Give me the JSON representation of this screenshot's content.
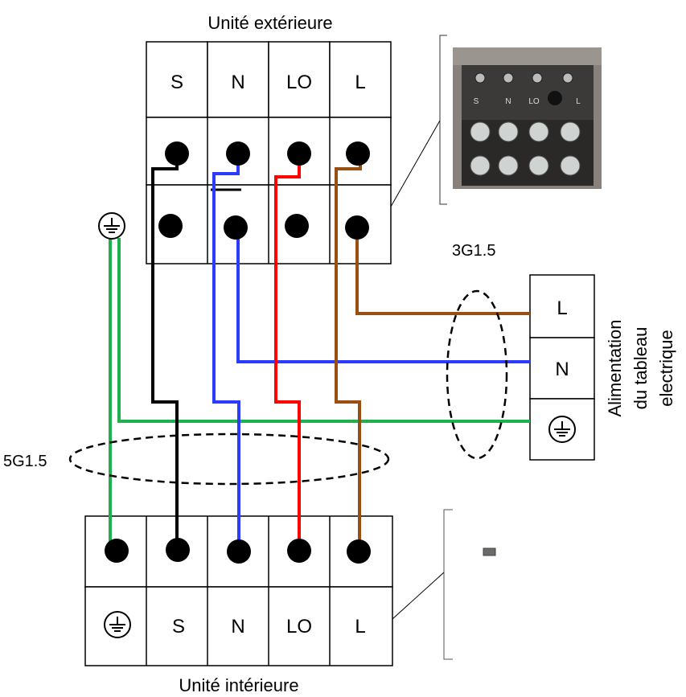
{
  "outdoor_unit": {
    "title": "Unité extérieure",
    "labels": [
      "S",
      "N",
      "LO",
      "L"
    ]
  },
  "indoor_unit": {
    "title": "Unité intérieure",
    "labels": [
      "S",
      "N",
      "LO",
      "L"
    ]
  },
  "supply": {
    "labels": [
      "L",
      "N"
    ],
    "title_lines": [
      "Alimentation",
      "du tableau",
      "electrique"
    ]
  },
  "cables": {
    "supply_cable": "3G1.5",
    "interconnect_cable": "5G1.5"
  },
  "photo_labels": [
    "S",
    "N",
    "LO",
    "L"
  ],
  "colors": {
    "S": "#000000",
    "N": "#2b3bff",
    "LO": "#ff0000",
    "L": "#9a4f12",
    "earth": "#1fb04f"
  }
}
